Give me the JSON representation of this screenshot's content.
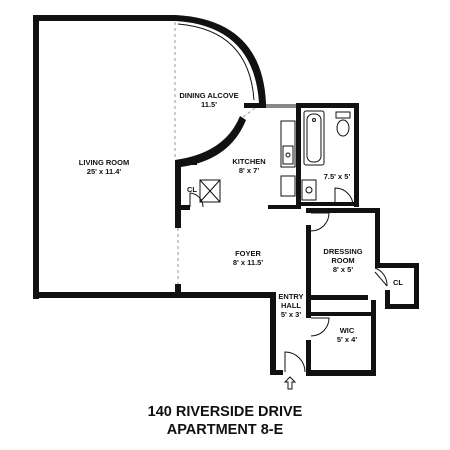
{
  "rooms": {
    "living_room": {
      "name": "LIVING ROOM",
      "size": "25' x 11.4'"
    },
    "dining_alcove": {
      "name": "DINING ALCOVE",
      "size": "11.5'"
    },
    "kitchen": {
      "name": "KITCHEN",
      "size": "8' x 7'"
    },
    "bath": {
      "size": "7.5' x 5'"
    },
    "closet_kitchen": {
      "name": "CL"
    },
    "foyer": {
      "name": "FOYER",
      "size": "8' x 11.5'"
    },
    "dressing_room": {
      "name_line1": "DRESSING",
      "name_line2": "ROOM",
      "size": "8' x 5'"
    },
    "closet_dressing": {
      "name": "CL"
    },
    "entry_hall": {
      "name_line1": "ENTRY",
      "name_line2": "HALL",
      "size": "5' x 3'"
    },
    "wic": {
      "name": "WIC",
      "size": "5' x 4'"
    }
  },
  "caption": {
    "line1": "140 RIVERSIDE DRIVE",
    "line2": "APARTMENT 8-E"
  }
}
